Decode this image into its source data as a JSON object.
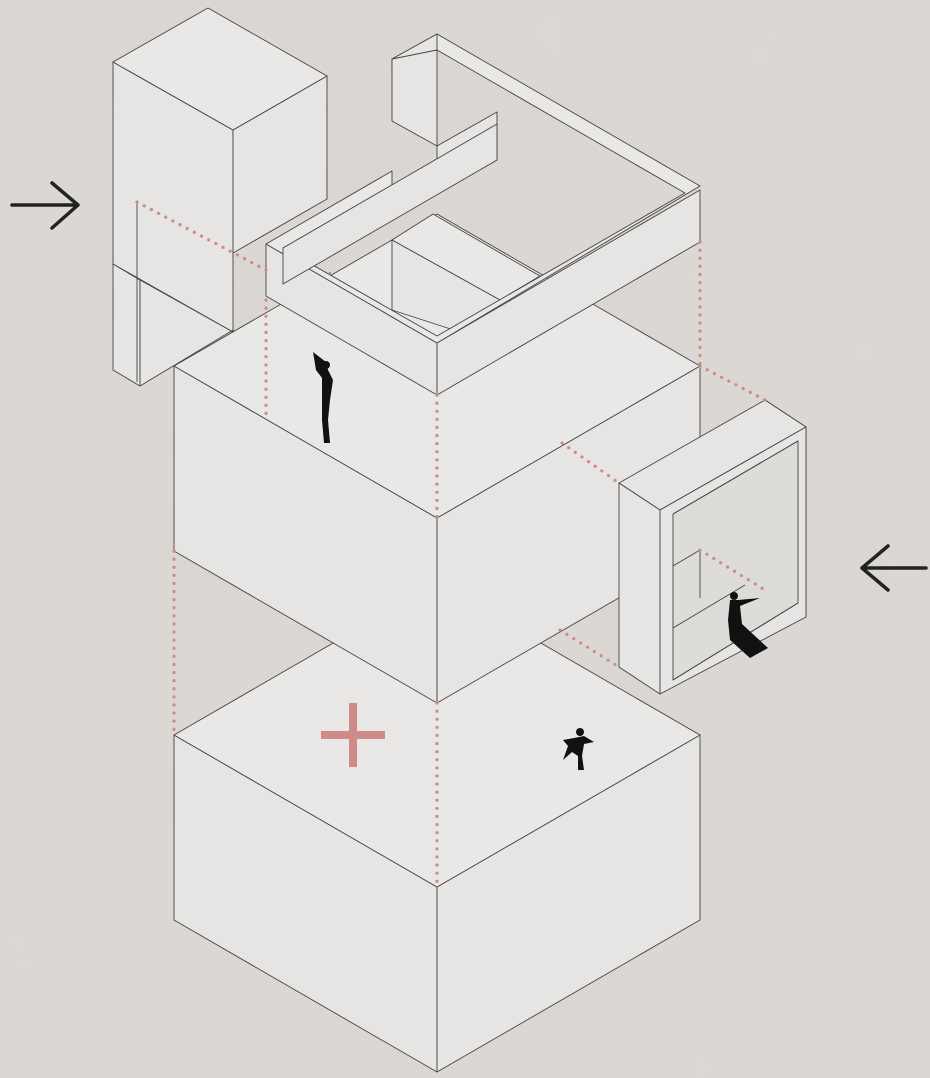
{
  "diagram": {
    "kind": "exploded axonometric of stacked white volumes",
    "background_color": "#dcd9d4",
    "face_color": "#e6e5e3",
    "line_color": "#444444",
    "accent_color": "#d08a8a",
    "figure_color": "#111111",
    "labels": [],
    "components": [
      {
        "name": "tall-side-block",
        "type": "box"
      },
      {
        "name": "u-shaped-wall-frame",
        "type": "wall frame"
      },
      {
        "name": "inner-upper-block",
        "type": "box"
      },
      {
        "name": "middle-block",
        "type": "box"
      },
      {
        "name": "bottom-block",
        "type": "box"
      },
      {
        "name": "window-frame",
        "type": "hollow frame"
      }
    ],
    "entry_arrows": [
      {
        "direction": "right",
        "icon": "arrow-right-icon"
      },
      {
        "direction": "left",
        "icon": "arrow-left-icon"
      }
    ],
    "markers": [
      {
        "icon": "plus-icon"
      }
    ],
    "figures": [
      {
        "pose": "standing-waving"
      },
      {
        "pose": "seated-in-window"
      },
      {
        "pose": "dancing"
      }
    ]
  }
}
